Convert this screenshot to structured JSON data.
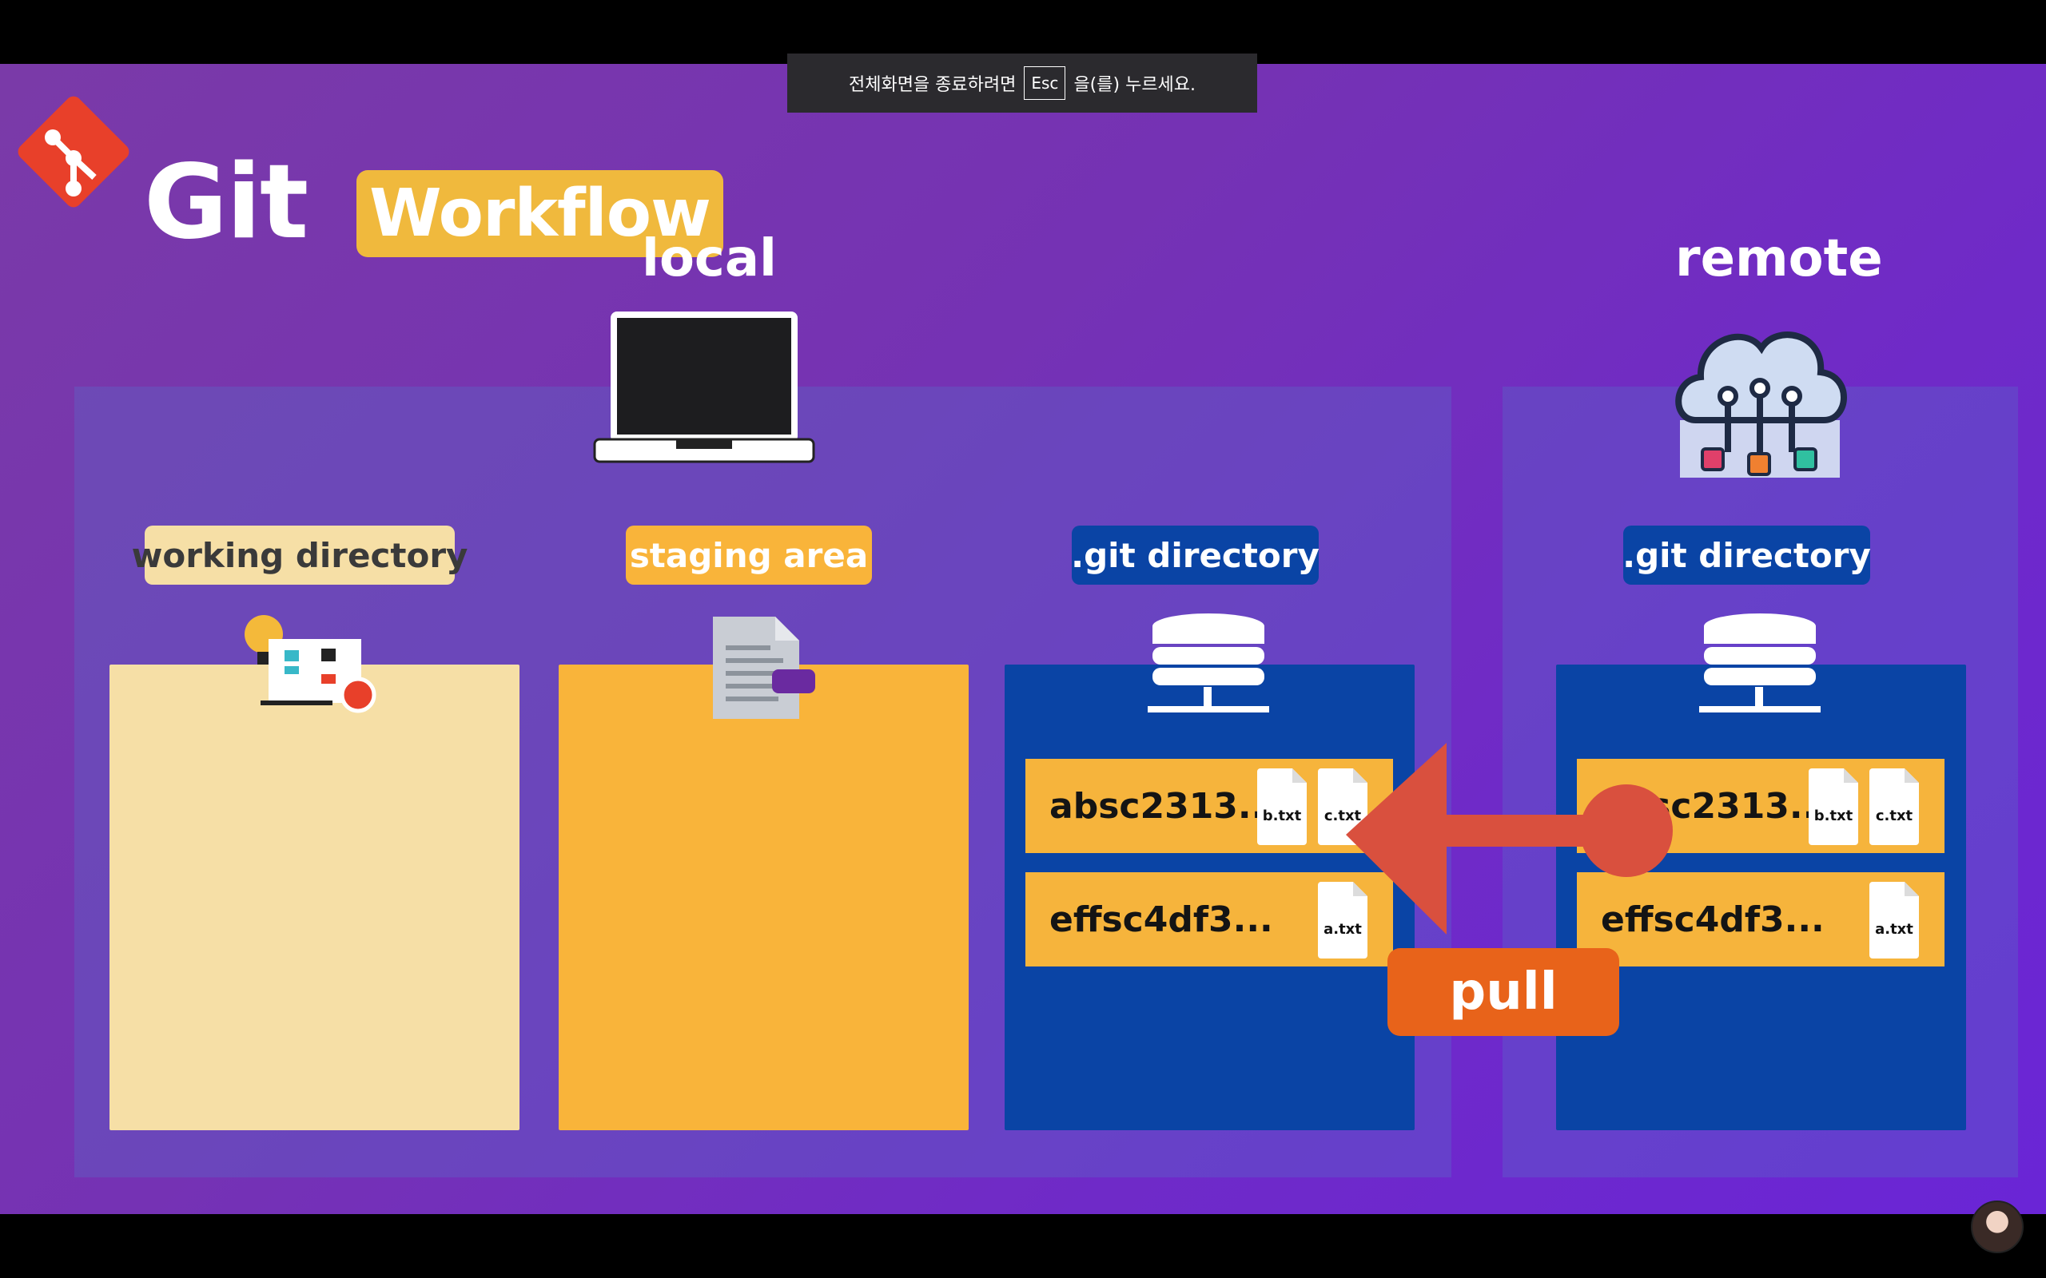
{
  "fullscreen_notice": {
    "before": "전체화면을 종료하려면",
    "key": "Esc",
    "after": "을(를) 누르세요."
  },
  "logo": {
    "word": "Git",
    "badge": "Workflow"
  },
  "local": {
    "title": "local",
    "working_directory": "working directory",
    "staging_area": "staging area",
    "git_directory": ".git directory",
    "commits": [
      {
        "hash": "absc2313...",
        "files": [
          "b.txt",
          "c.txt"
        ]
      },
      {
        "hash": "effsc4df3...",
        "files": [
          "a.txt"
        ]
      }
    ]
  },
  "remote": {
    "title": "remote",
    "git_directory": ".git directory",
    "commits": [
      {
        "hash": "absc2313...",
        "files": [
          "b.txt",
          "c.txt"
        ]
      },
      {
        "hash": "effsc4df3...",
        "files": [
          "a.txt"
        ]
      }
    ]
  },
  "action": {
    "label": "pull"
  },
  "icons": [
    "git-logo-icon",
    "laptop-icon",
    "cloud-network-icon",
    "whiteboard-icon",
    "document-icon",
    "database-icon"
  ],
  "colors": {
    "background": "#7532b4",
    "git_red": "#e8402a",
    "badge_yellow": "#f0b93d",
    "staging": "#f9b43a",
    "working": "#f6dfa6",
    "git_blue": "#0a44a5",
    "pull_orange": "#e8631a",
    "arrow_red": "#d9503e"
  }
}
